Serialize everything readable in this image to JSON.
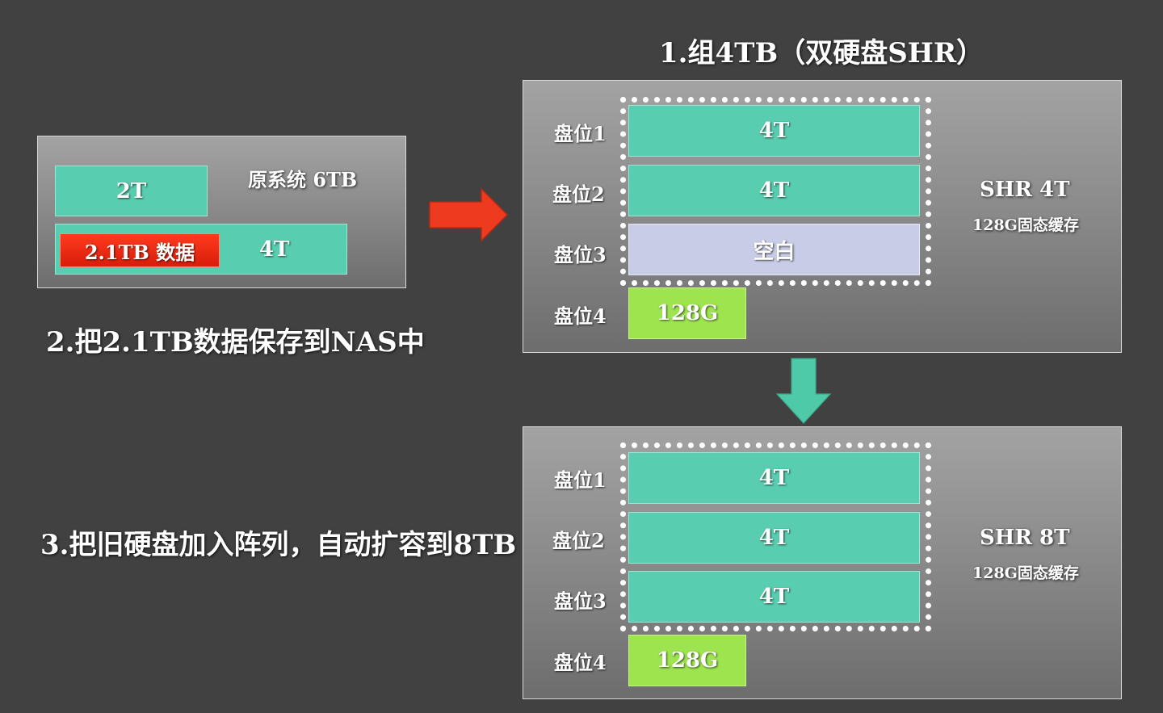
{
  "top_title": "1.组4TB（双硬盘SHR）",
  "step2_text": "2.把2.1TB数据保存到NAS中",
  "step3_text": "3.把旧硬盘加入阵列，自动扩容到8TB",
  "original": {
    "title": "原系统 6TB",
    "disk_a": "2T",
    "disk_b": "4T",
    "data_label": "2.1TB 数据"
  },
  "nas_before": {
    "slots": [
      {
        "slot": "盘位1",
        "content": "4T"
      },
      {
        "slot": "盘位2",
        "content": "4T"
      },
      {
        "slot": "盘位3",
        "content": "空白"
      },
      {
        "slot": "盘位4",
        "content": "128G"
      }
    ],
    "pool_label": "SHR 4T",
    "cache_label": "128G固态缓存"
  },
  "nas_after": {
    "slots": [
      {
        "slot": "盘位1",
        "content": "4T"
      },
      {
        "slot": "盘位2",
        "content": "4T"
      },
      {
        "slot": "盘位3",
        "content": "4T"
      },
      {
        "slot": "盘位4",
        "content": "128G"
      }
    ],
    "pool_label": "SHR 8T",
    "cache_label": "128G固态缓存"
  },
  "colors": {
    "background": "#414141",
    "teal": "#59cdb0",
    "lavender": "#c8cce6",
    "lime": "#9ee44f",
    "red_arrow": "#ee3a1e",
    "teal_arrow": "#4fcaa8"
  }
}
